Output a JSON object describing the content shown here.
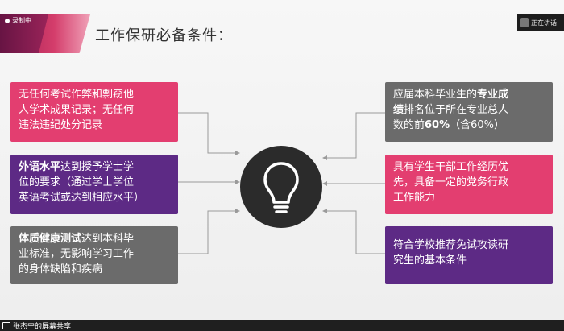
{
  "header": {
    "record_label": "录制中",
    "title": "工作保研必备条件：",
    "speaker_label": "正在讲话"
  },
  "left_boxes": [
    {
      "lines": [
        "无任何考试作弊和剽窃他",
        "人学术成果记录；无任何",
        "违法违纪处分记录"
      ]
    },
    {
      "bold": "外语水平",
      "lines": [
        "达到授予学士学",
        "位的要求（通过学士学位",
        "英语考试或达到相应水平）"
      ]
    },
    {
      "bold": "体质健康测试",
      "lines": [
        "达到本科毕",
        "业标准，无影响学习工作",
        "的身体缺陷和疾病"
      ]
    }
  ],
  "right_boxes": [
    {
      "lines": [
        "应届本科毕业生的",
        "专业成",
        "绩",
        "排名位于所在专业总人",
        "数的前",
        "60%",
        "（含60%）"
      ]
    },
    {
      "lines": [
        "具有学生干部工作经历优",
        "先，具备一定的党务行政",
        "工作能力"
      ]
    },
    {
      "lines": [
        "符合学校推荐免试攻读研",
        "究生的基本条件"
      ]
    }
  ],
  "bottom": {
    "share_label": "张杰宁的屏幕共享"
  },
  "colors": {
    "pink": "#e33e70",
    "purple": "#5d2a85",
    "grey": "#6b6b6b",
    "center": "#2b2b2b"
  },
  "icons": [
    "record-icon",
    "lightbulb-icon",
    "screen-share-icon",
    "speaker-avatar-icon"
  ]
}
